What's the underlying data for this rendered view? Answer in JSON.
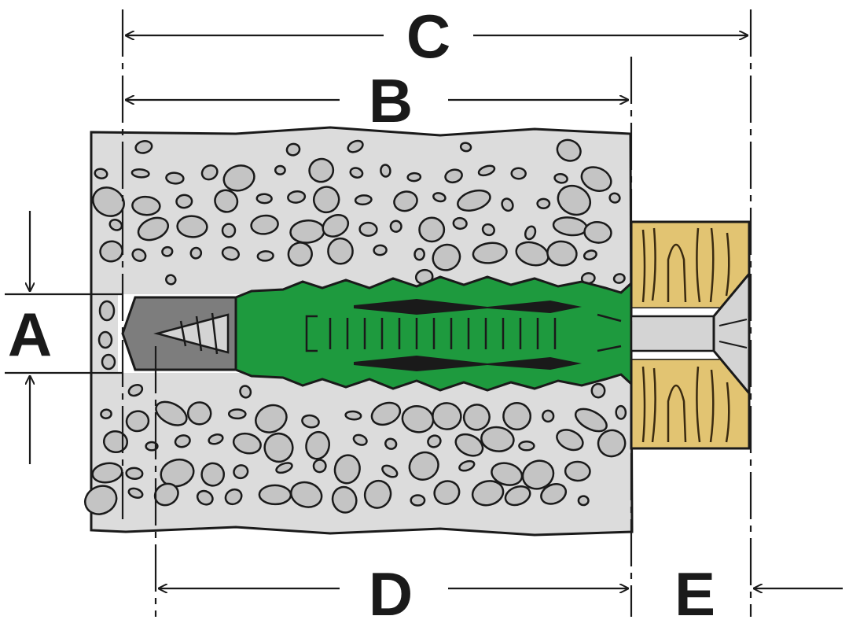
{
  "labels": {
    "a": "A",
    "b": "B",
    "c": "C",
    "d": "D",
    "e": "E"
  },
  "colors": {
    "concrete": "#dcdcdc",
    "stone": "#c4c4c4",
    "outline": "#1a1a1a",
    "plug": "#1e9a3e",
    "plug_dark": "#127a2c",
    "screw": "#7d7d7d",
    "screw_shank": "#d4d4d4",
    "wood": "#e2c472",
    "wood_grain": "#3a2a10"
  }
}
